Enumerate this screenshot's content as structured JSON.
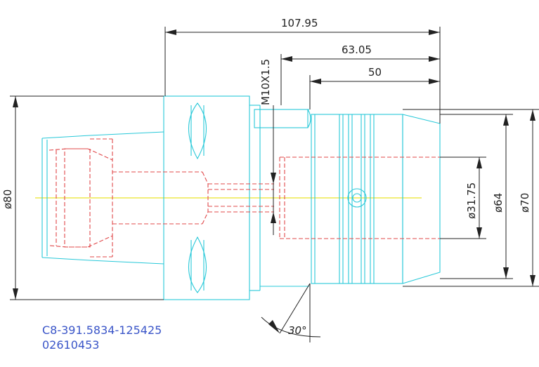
{
  "dimensions": {
    "overall_length": "107.95",
    "length_2": "63.05",
    "length_3": "50",
    "thread": "M10X1.5",
    "dia_80": "ø80",
    "dia_70": "ø70",
    "dia_64": "ø64",
    "dia_bore": "ø31.75",
    "angle": "30°"
  },
  "part": {
    "number": "C8-391.5834-125425",
    "code": "02610453"
  },
  "colors": {
    "body": "#27c8d8",
    "hidden": "#e0484a",
    "centerline": "#e9e32a",
    "dimension": "#222222",
    "part_text": "#3a55c8"
  }
}
